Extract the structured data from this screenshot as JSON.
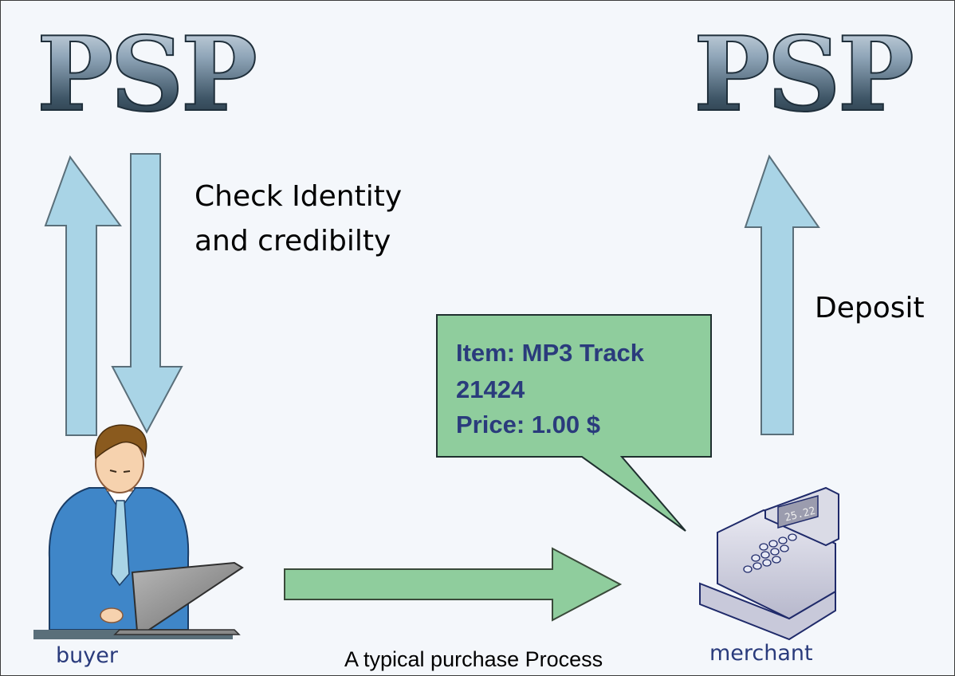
{
  "labels": {
    "psp_left": "PSP",
    "psp_right": "PSP",
    "check_line1": "Check Identity",
    "check_line2": "and credibilty",
    "deposit": "Deposit",
    "bubble_line1": "Item: MP3 Track",
    "bubble_line2": "21424",
    "bubble_line3": "Price: 1.00 $",
    "buyer": "buyer",
    "merchant": "merchant",
    "caption": "A typical purchase Process",
    "register_display": "25.22"
  },
  "colors": {
    "background": "#f4f7fb",
    "blue_arrow": "#a9d4e6",
    "green_arrow": "#8fcd9d",
    "bubble_fill": "#8fcd9d",
    "text_blue": "#2a3b7c"
  },
  "icons": {
    "buyer": "person-at-laptop-icon",
    "merchant": "cash-register-icon"
  }
}
